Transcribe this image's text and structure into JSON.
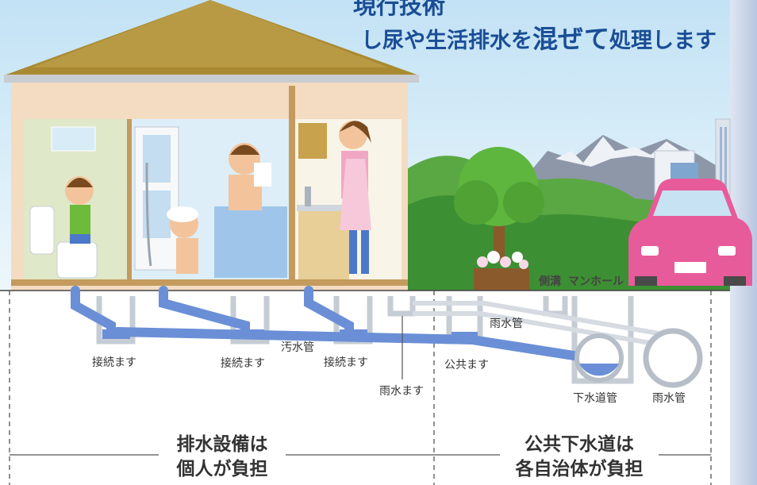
{
  "header": {
    "title_line1": "現行技術",
    "title_line2_before": "し尿や生活排水を",
    "title_line2_emphasis": "混ぜて",
    "title_line2_after": "処理します"
  },
  "labels": {
    "connection_box_1": "接続ます",
    "connection_box_2": "接続ます",
    "connection_box_3": "接続ます",
    "sewage_pipe": "汚水管",
    "rainwater_box": "雨水ます",
    "public_box": "公共ます",
    "rainwater_pipe_upper": "雨水管",
    "side_ditch": "側溝",
    "manhole": "マンホール",
    "sewer_pipe": "下水道管",
    "rainwater_pipe_lower": "雨水管"
  },
  "footer": {
    "left_line1": "排水設備は",
    "left_line2": "個人が負担",
    "right_line1": "公共下水道は",
    "right_line2": "各自治体が負担"
  },
  "colors": {
    "title": "#1a4e96",
    "sky_top": "#c2e2f5",
    "sky_bottom": "#e8f5fb",
    "roof": "#a98a32",
    "wall": "#f3dcc2",
    "pipe": "#6a8fd6",
    "pipe_gray": "#cfd3d8",
    "side_bar": "#cdd6e8",
    "grass": "#4f9b3a",
    "car": "#e85b9a"
  }
}
